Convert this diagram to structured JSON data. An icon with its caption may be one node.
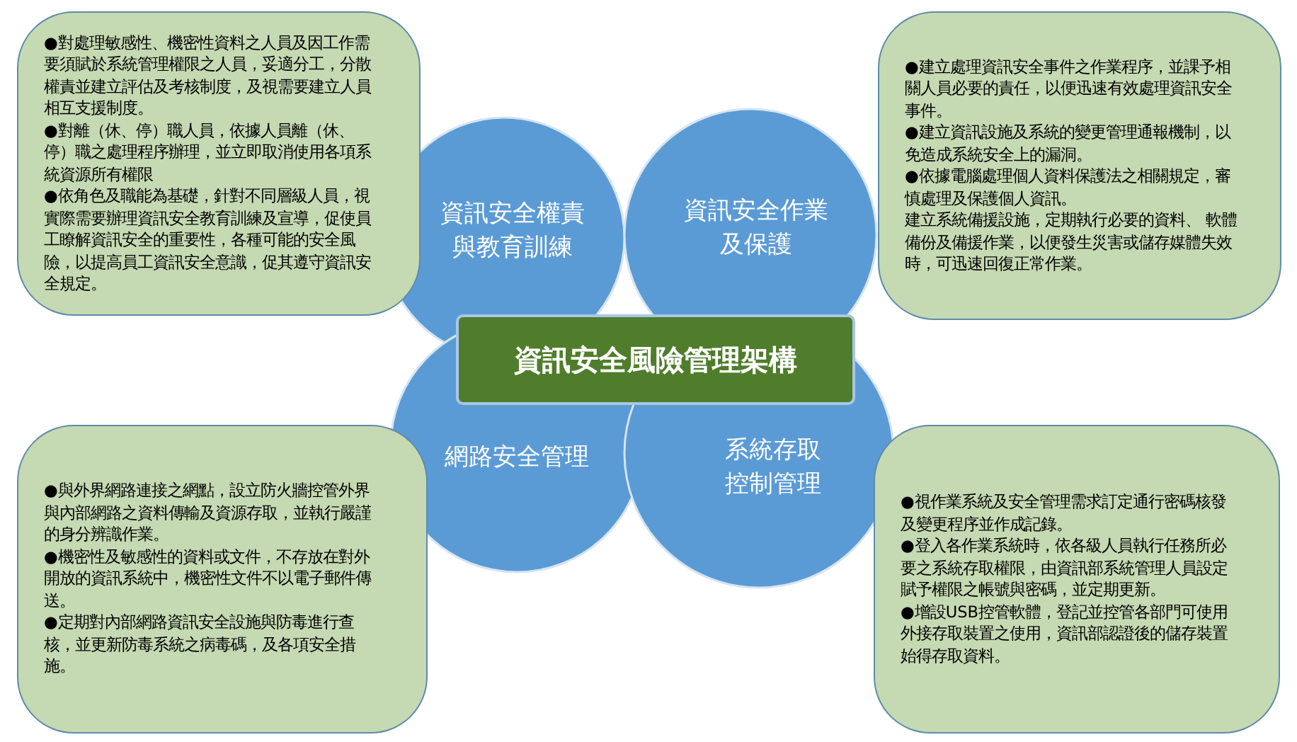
{
  "diagram": {
    "nodes": [
      {
        "text": [
          "●對處理敏感性、機密性資料之人員及因工作需要須賦於系統管理權限之人員，妥適分工，分散權責並建立評估及考核制度，及視需要建立人員相互支援制度。",
          "●對離（休、停）職人員，依據人員離（休、停）職之處理程序辦理，並立即取消使用各項系統資源所有權限",
          "●依角色及職能為基礎，針對不同層級人員，視實際需要辦理資訊安全教育訓練及宣導，促使員工瞭解資訊安全的重要性，各種可能的安全風險，以提高員工資訊安全意識，促其遵守資訊安全規定。"
        ]
      },
      {
        "text": [
          "資訊安全權責與教育訓練"
        ]
      },
      {
        "text": [
          "資訊安全作業及保護"
        ]
      },
      {
        "text": [
          "●建立處理資訊安全事件之作業程序，並課予相關人員必要的責任，以便迅速有效處理資訊安全事件。",
          "●建立資訊設施及系統的變更管理通報機制，以免造成系統安全上的漏洞。",
          "●依據電腦處理個人資料保護法之相關規定，審慎處理及保護個人資訊。",
          "建立系統備援設施，定期執行必要的資料、 軟體備份及備援作業，以便發生災害或儲存媒體失效時，可迅速回復正常作業。"
        ]
      },
      {
        "text": [
          "資訊安全風險管理架構"
        ]
      },
      {
        "text": [
          "網路安全管理"
        ]
      },
      {
        "text": [
          "系統存取控制管理"
        ]
      },
      {
        "text": [
          "●與外界網路連接之網點，設立防火牆控管外界與內部網路之資料傳輸及資源存取，並執行嚴謹的身分辨識作業。",
          "●機密性及敏感性的資料或文件，不存放在對外開放的資訊系統中，機密性文件不以電子郵件傳送。",
          "●定期對內部網路資訊安全設施與防毒進行查核，並更新防毒系統之病毒碼，及各項安全措施。"
        ]
      },
      {
        "text": [
          "●視作業系統及安全管理需求訂定通行密碼核發及變更程序並作成記錄。",
          "●登入各作業系統時，依各級人員執行任務所必要之系統存取權限，由資訊部系統管理人員設定賦予權限之帳號與密碼，並定期更新。",
          "●增設USB控管軟體，登記並控管各部門可使用外接存取裝置之使用，資訊部認證後的儲存裝置始得存取資料。"
        ]
      }
    ]
  }
}
